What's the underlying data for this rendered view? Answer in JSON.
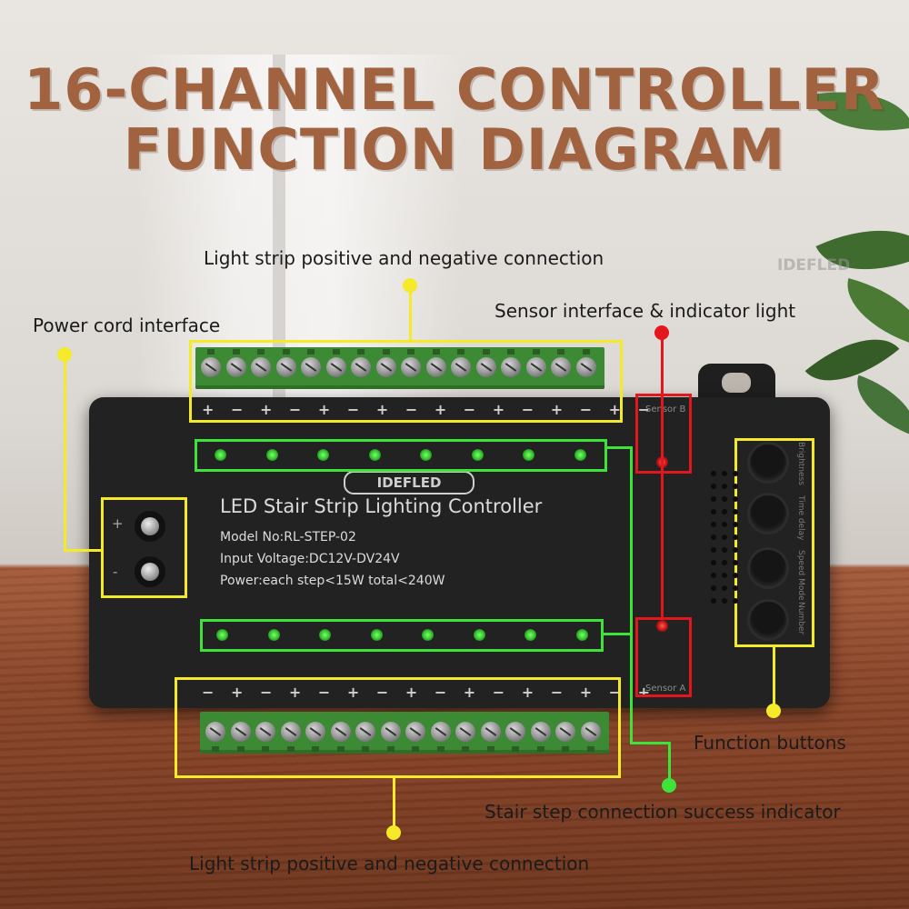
{
  "title": {
    "line1": "16-CHANNEL CONTROLLER",
    "line2": "FUNCTION DIAGRAM"
  },
  "watermark": "IDEFLED",
  "device": {
    "brand_logo": "IDEFLED",
    "product_name": "LED Stair Strip Lighting Controller",
    "model": "Model No:RL-STEP-02",
    "input_voltage": "Input Voltage:DC12V-DV24V",
    "power": "Power:each step<15W   total<240W",
    "power_plus": "+",
    "power_minus": "-",
    "sensor_b": "Sensor B",
    "sensor_a": "Sensor A",
    "button_labels": [
      "Brightness",
      "Time delay",
      "Speed Mode",
      "Number"
    ],
    "top_polarity": "+ − + − + − + − + − + − + − + −",
    "bottom_polarity": "− + − + − + − + − + − + − + − +"
  },
  "annotations": {
    "top_strip": "Light strip positive and negative connection",
    "power_cord": "Power cord interface",
    "sensor": "Sensor interface & indicator light",
    "function_buttons": "Function buttons",
    "step_indicator": "Stair step connection success indicator",
    "bottom_strip": "Light strip positive and negative connection"
  },
  "colors": {
    "title": "#a0623f",
    "yellow": "#f5ea2a",
    "green": "#3ee23a",
    "red": "#e4161d",
    "terminal": "#3d8a34"
  }
}
